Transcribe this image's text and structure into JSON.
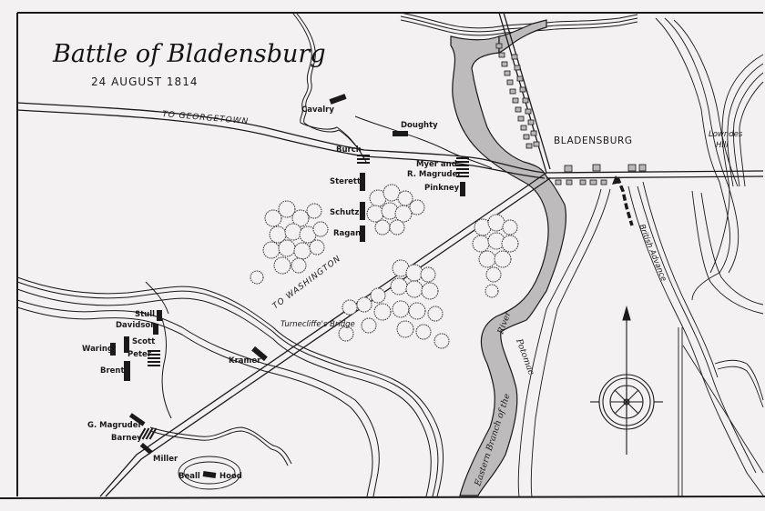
{
  "map": {
    "title": "Battle of Bladensburg",
    "date": "24 AUGUST 1814",
    "town": "BLADENSBURG",
    "hill": [
      "Lowndes",
      "Hill"
    ],
    "roads": {
      "georgetown": "TO GEORGETOWN",
      "washington": "TO WASHINGTON"
    },
    "bridge": "Turnecliffe's Bridge",
    "river": {
      "word1": "River",
      "word2": "Potomac",
      "word3": "Eastern Branch of the"
    },
    "advance": "British Advance",
    "units": {
      "cavalry": "Cavalry",
      "doughty": "Doughty",
      "burch": "Burch",
      "myer1": "Myer and",
      "myer2": "R. Magruder",
      "pinkney": "Pinkney",
      "sterett": "Sterett",
      "schutz": "Schutz",
      "ragan": "Ragan",
      "stull": "Stull",
      "davidson": "Davidson",
      "scott": "Scott",
      "waring": "Waring",
      "peter": "Peter",
      "brent": "Brent",
      "kramer": "Kramer",
      "gmagruder": "G. Magruder",
      "barney": "Barney",
      "miller": "Miller",
      "beall": "Beall",
      "hood": "Hood"
    },
    "colors": {
      "paper": "#f3f1f2",
      "ink": "#1a1a1a",
      "water": "#bdbbbc"
    },
    "compass": "north-arrow"
  }
}
